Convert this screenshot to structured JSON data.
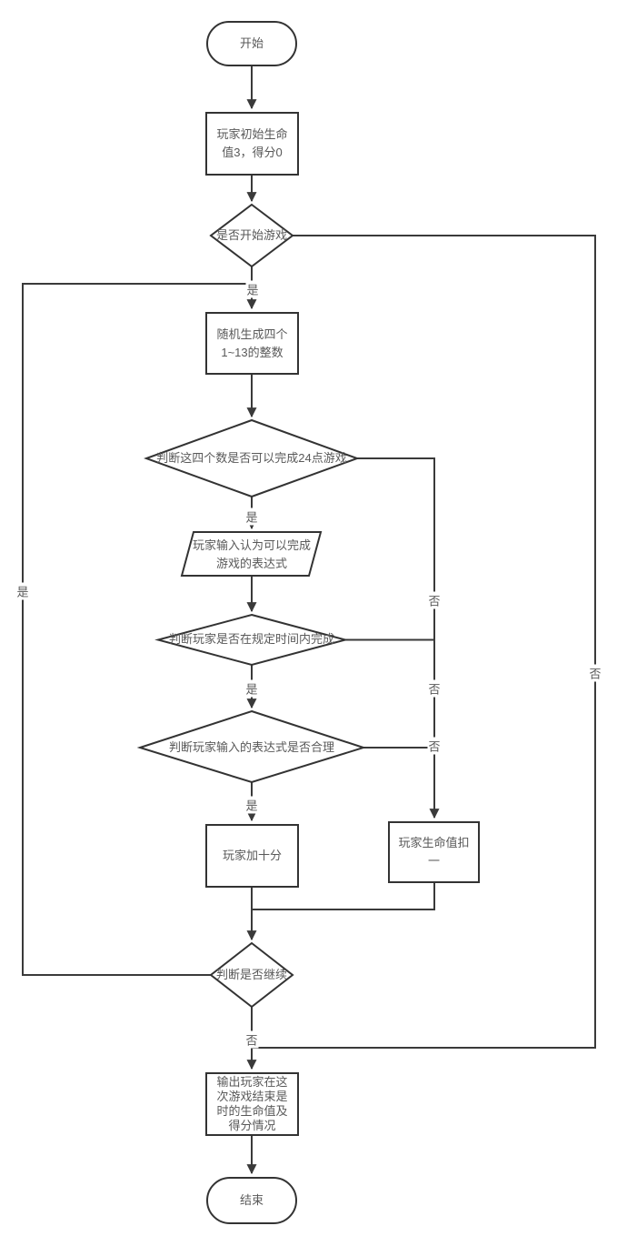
{
  "diagram": {
    "type": "flowchart",
    "background_color": "#ffffff",
    "line_color": "#3a3a3a",
    "border_color": "#333333",
    "text_color": "#595959",
    "nodes": [
      {
        "id": "start",
        "shape": "terminator",
        "label": "开始"
      },
      {
        "id": "init",
        "shape": "process",
        "label": "玩家初始生命值3，得分0"
      },
      {
        "id": "start-game",
        "shape": "decision",
        "label": "是否开始游戏"
      },
      {
        "id": "generate",
        "shape": "process",
        "label": "随机生成四个1~13的整数"
      },
      {
        "id": "check-24",
        "shape": "decision",
        "label": "判断这四个数是否可以完成24点游戏"
      },
      {
        "id": "input-expr",
        "shape": "input-output",
        "label": "玩家输入认为可以完成游戏的表达式"
      },
      {
        "id": "check-time",
        "shape": "decision",
        "label": "判断玩家是否在规定时间内完成"
      },
      {
        "id": "check-expr",
        "shape": "decision",
        "label": "判断玩家输入的表达式是否合理"
      },
      {
        "id": "add-score",
        "shape": "process",
        "label": "玩家加十分"
      },
      {
        "id": "lose-life",
        "shape": "process",
        "label": "玩家生命值扣一"
      },
      {
        "id": "continue",
        "shape": "decision",
        "label": "判断是否继续"
      },
      {
        "id": "output",
        "shape": "process",
        "label": "输出玩家在这次游戏结束是时的生命值及得分情况"
      },
      {
        "id": "end",
        "shape": "terminator",
        "label": "结束"
      }
    ],
    "edge_labels": [
      {
        "id": "yes-start-game",
        "text": "是"
      },
      {
        "id": "yes-check-24",
        "text": "是"
      },
      {
        "id": "yes-check-time",
        "text": "是"
      },
      {
        "id": "yes-check-expr",
        "text": "是"
      },
      {
        "id": "yes-continue-loop",
        "text": "是"
      },
      {
        "id": "no-check-24",
        "text": "否"
      },
      {
        "id": "no-check-time",
        "text": "否"
      },
      {
        "id": "no-check-expr",
        "text": "否"
      },
      {
        "id": "no-start-game",
        "text": "否"
      },
      {
        "id": "no-continue",
        "text": "否"
      }
    ]
  }
}
